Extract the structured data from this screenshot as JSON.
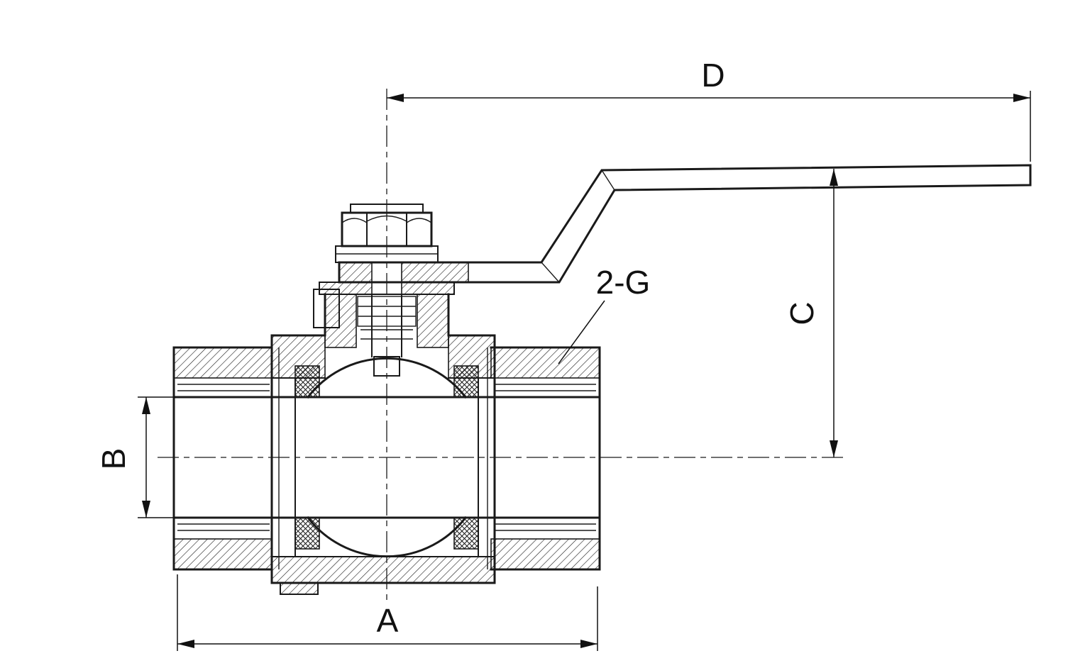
{
  "page": {
    "background": "#ffffff"
  },
  "drawing": {
    "kind": "technical-section-drawing",
    "subject": "two-piece ball valve with lever handle, cross-section",
    "labels": {
      "dim_d": "D",
      "dim_c": "C",
      "dim_b": "B",
      "dim_a": "A",
      "thread_callout": "2-G"
    },
    "colors": {
      "line": "#1a1a1a",
      "background": "#ffffff"
    }
  }
}
